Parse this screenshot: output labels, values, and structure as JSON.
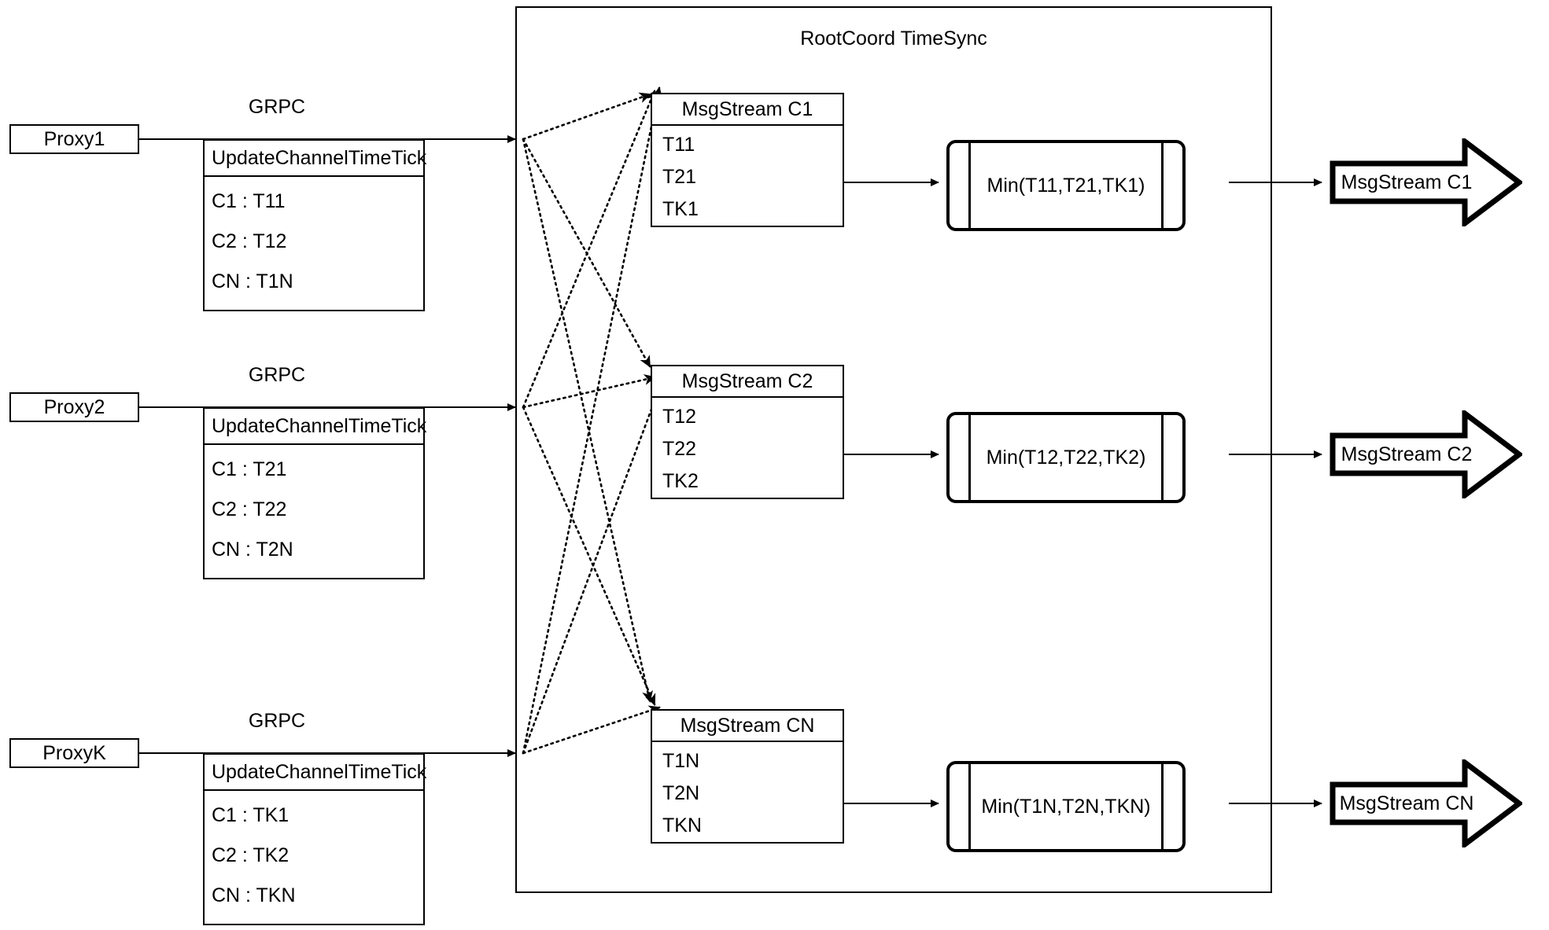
{
  "diagram": {
    "container": {
      "title": "RootCoord TimeSync"
    },
    "proxies": [
      {
        "name": "Proxy1",
        "link_label": "GRPC",
        "table": {
          "header": "UpdateChannelTimeTick",
          "rows": [
            "C1 :  T11",
            "C2 :  T12",
            "CN : T1N"
          ]
        }
      },
      {
        "name": "Proxy2",
        "link_label": "GRPC",
        "table": {
          "header": "UpdateChannelTimeTick",
          "rows": [
            "C1 :  T21",
            "C2 :  T22",
            "CN : T2N"
          ]
        }
      },
      {
        "name": "ProxyK",
        "link_label": "GRPC",
        "table": {
          "header": "UpdateChannelTimeTick",
          "rows": [
            "C1 :  TK1",
            "C2 :  TK2",
            "CN : TKN"
          ]
        }
      }
    ],
    "channels": [
      {
        "msgstream": {
          "header": "MsgStream C1",
          "rows": [
            "T11",
            "T21",
            "TK1"
          ]
        },
        "min": "Min(T11,T21,TK1)",
        "output": "MsgStream C1"
      },
      {
        "msgstream": {
          "header": "MsgStream C2",
          "rows": [
            "T12",
            "T22",
            "TK2"
          ]
        },
        "min": "Min(T12,T22,TK2)",
        "output": "MsgStream C2"
      },
      {
        "msgstream": {
          "header": "MsgStream CN",
          "rows": [
            "T1N",
            "T2N",
            "TKN"
          ]
        },
        "min": "Min(T1N,T2N,TKN)",
        "output": "MsgStream CN"
      }
    ],
    "colors": {
      "stroke": "#000000",
      "background": "#ffffff"
    }
  }
}
